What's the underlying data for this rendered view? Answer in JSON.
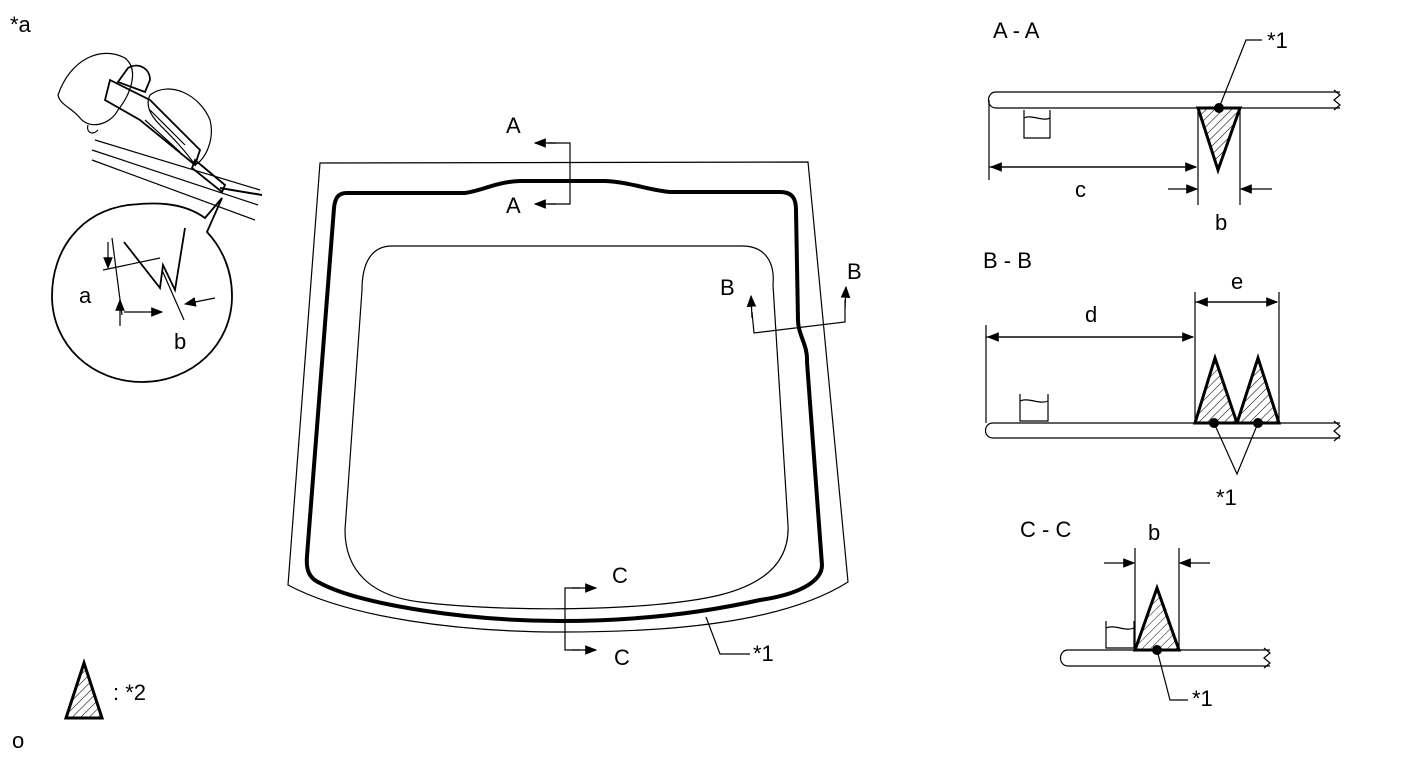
{
  "labels": {
    "corner_ref": "*a",
    "section_aa": "A - A",
    "section_bb": "B - B",
    "section_cc": "C - C",
    "letter_a": "A",
    "letter_b": "B",
    "letter_c": "C",
    "callout_1": "*1",
    "legend_sym": ": *2",
    "dim_a": "a",
    "dim_b": "b",
    "dim_c": "c",
    "dim_d": "d",
    "dim_e": "e",
    "bottom_ref": "o"
  }
}
